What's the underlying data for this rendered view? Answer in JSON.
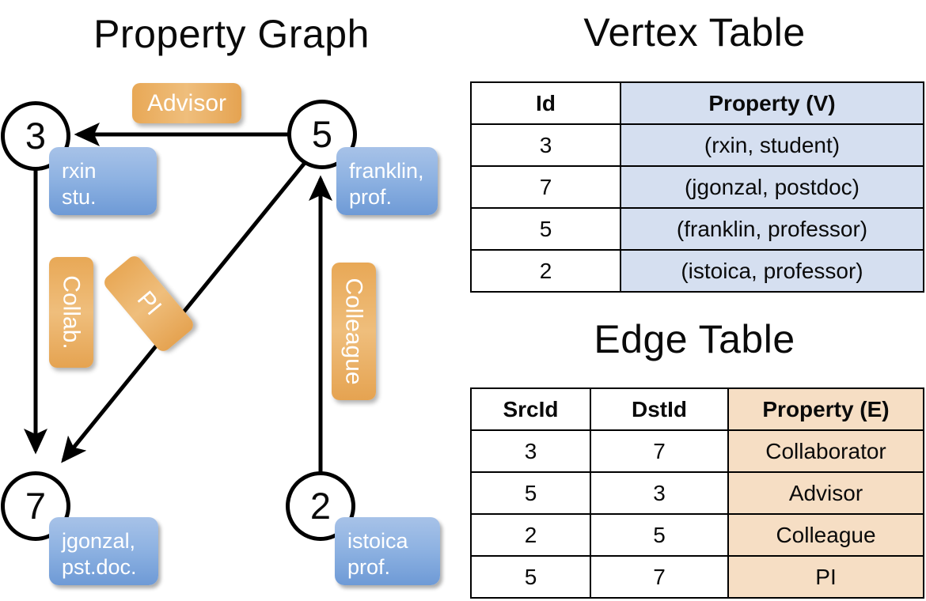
{
  "titles": {
    "graph": "Property Graph",
    "vertex_table": "Vertex Table",
    "edge_table": "Edge Table"
  },
  "colors": {
    "node_stroke": "#000000",
    "vertex_property_fill": "#d5dff0",
    "edge_property_fill": "#f6dec4",
    "vertex_box_blue": "#8fb3e2",
    "edge_label_orange": "#e8a856"
  },
  "graph": {
    "nodes": [
      {
        "id": "3",
        "property_line1": "rxin",
        "property_line2": "stu."
      },
      {
        "id": "5",
        "property_line1": "franklin,",
        "property_line2": "prof."
      },
      {
        "id": "7",
        "property_line1": "jgonzal,",
        "property_line2": "pst.doc."
      },
      {
        "id": "2",
        "property_line1": "istoica",
        "property_line2": "prof."
      }
    ],
    "edge_labels": [
      {
        "name": "advisor",
        "text": "Advisor"
      },
      {
        "name": "collab",
        "text": "Collab."
      },
      {
        "name": "pi",
        "text": "PI"
      },
      {
        "name": "colleague",
        "text": "Colleague"
      }
    ]
  },
  "vertex_table": {
    "headers": [
      "Id",
      "Property (V)"
    ],
    "rows": [
      {
        "id": "3",
        "property": "(rxin, student)"
      },
      {
        "id": "7",
        "property": "(jgonzal, postdoc)"
      },
      {
        "id": "5",
        "property": "(franklin, professor)"
      },
      {
        "id": "2",
        "property": "(istoica, professor)"
      }
    ]
  },
  "edge_table": {
    "headers": [
      "SrcId",
      "DstId",
      "Property (E)"
    ],
    "rows": [
      {
        "src": "3",
        "dst": "7",
        "property": "Collaborator"
      },
      {
        "src": "5",
        "dst": "3",
        "property": "Advisor"
      },
      {
        "src": "2",
        "dst": "5",
        "property": "Colleague"
      },
      {
        "src": "5",
        "dst": "7",
        "property": "PI"
      }
    ]
  }
}
